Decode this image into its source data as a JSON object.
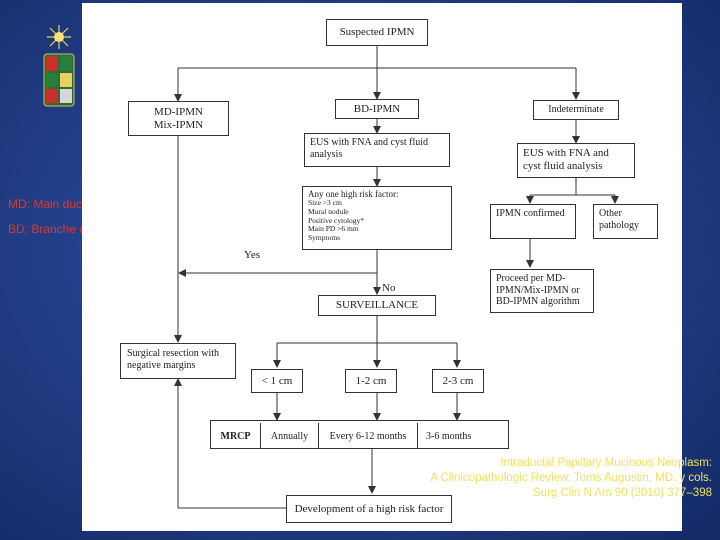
{
  "notes": {
    "md": "MD: Main duct",
    "bd": "BD: Branche duct"
  },
  "flowchart": {
    "start": "Suspected IPMN",
    "md_ipmn_line1": "MD-IPMN",
    "md_ipmn_line2": "Mix-IPMN",
    "bd_ipmn": "BD-IPMN",
    "indeterminate": "Indeterminate",
    "eus_bd": "EUS with FNA and cyst fluid analysis",
    "eus_ind": "EUS with FNA and cyst fluid analysis",
    "risk_title": "Any one high risk factor:",
    "risk_items": [
      "Size >3 cm",
      "Mural nodule",
      "Positive cytology*",
      "Main PD >6 mm",
      "Symptoms"
    ],
    "ipmn_confirmed": "IPMN confirmed",
    "other_pathology": "Other pathology",
    "proceed": "Proceed per MD-IPMN/Mix-IPMN or BD-IPMN algorithm",
    "yes": "Yes",
    "no": "No",
    "surveillance": "SURVEILLANCE",
    "surgical": "Surgical resection with negative margins",
    "size_lt1": "< 1 cm",
    "size_1_2": "1-2 cm",
    "size_2_3": "2-3 cm",
    "mrcp": "MRCP",
    "annually": "Annually",
    "every_6_12": "Every 6-12 months",
    "every_3_6": "3-6 months",
    "development": "Development of a high risk factor"
  },
  "citation": {
    "line1": "Intraductal Papillary Mucinous Neoplasm:",
    "line2": "A Clinicopathologic Review. Toms Augustin, MD. y cols.",
    "line3": "Surg Clin N Am 90 (2010) 377–398"
  },
  "colors": {
    "background": "#23408a",
    "note_text": "#e0382c",
    "citation_text": "#f0e060"
  }
}
